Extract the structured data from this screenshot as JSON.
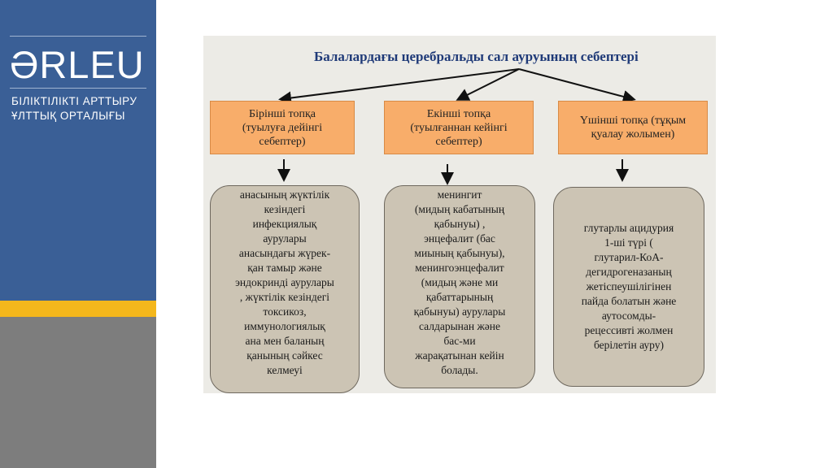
{
  "sidebar": {
    "logo_text": "ƏRLEU",
    "org_line1": "БІЛІКТІЛІКТІ АРТТЫРУ",
    "org_line2": "ҰЛТТЫҚ ОРТАЛЫҒЫ"
  },
  "diagram": {
    "title": "Балалардағы церебральды сал  ауруының себептері",
    "categories": [
      {
        "label": "Бірінші топқа\n(туылуға дейінгі\nсебептер)"
      },
      {
        "label": "Екінші топқа\n(туылғаннан кейінгі\nсебептер)"
      },
      {
        "label": "Үшінші топқа (тұқым\nқуалау жолымен)"
      }
    ],
    "descriptions": [
      {
        "text": "анасының жүктілік\nкезіндегі\nинфекциялық\nаурулары\nанасындағы жүрек-\nқан тамыр және\nэндокринді аурулары\n, жүктілік кезіндегі\nтоксикоз,\nиммунологиялық\nана мен баланың\nқанының сәйкес\nкелмеуі"
      },
      {
        "text": "менингит\n(мидың  кабатының\nқабынуы) ,\nэнцефалит (бас\nмиының қабынуы),\nменингоэнцефалит\n(мидың және ми\nқабаттарының\nқабынуы) аурулары\nсалдарынан және\nбас-ми\nжарақатынан кейін\nболады."
      },
      {
        "text": "глутарлы ацидурия\n1-ші түрі  (\nглутарил-КоА-\nдегидрогеназаның\nжетіспеушілігінен\nпайда болатын және\nаутосомды-\nрецессивті жолмен\nберілетін ауру)"
      }
    ]
  }
}
